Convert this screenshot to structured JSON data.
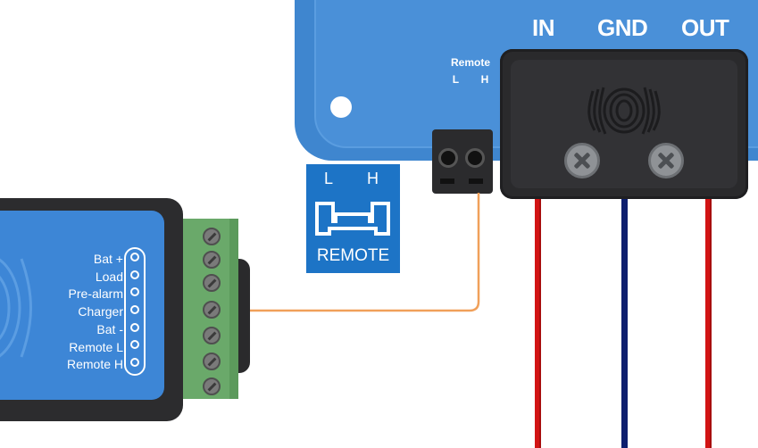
{
  "colors": {
    "device_blue": "#3f86cf",
    "badge_blue": "#1d74c6",
    "cover_black": "#2a2a2c",
    "wire_red": "#d21414",
    "wire_navy": "#0d1f6e",
    "wire_orange": "#f0a05a",
    "terminal_green": "#6aa96a"
  },
  "device": {
    "terminals": {
      "in": "IN",
      "gnd": "GND",
      "out": "OUT"
    },
    "remote_header": {
      "title": "Remote",
      "l": "L",
      "h": "H"
    },
    "logo_icon": "victron-logo-icon"
  },
  "remote_badge": {
    "l": "L",
    "h": "H",
    "label": "REMOTE"
  },
  "monitor": {
    "pins": [
      "Bat +",
      "Load",
      "Pre-alarm",
      "Charger",
      "Bat -",
      "Remote L",
      "Remote H"
    ]
  }
}
